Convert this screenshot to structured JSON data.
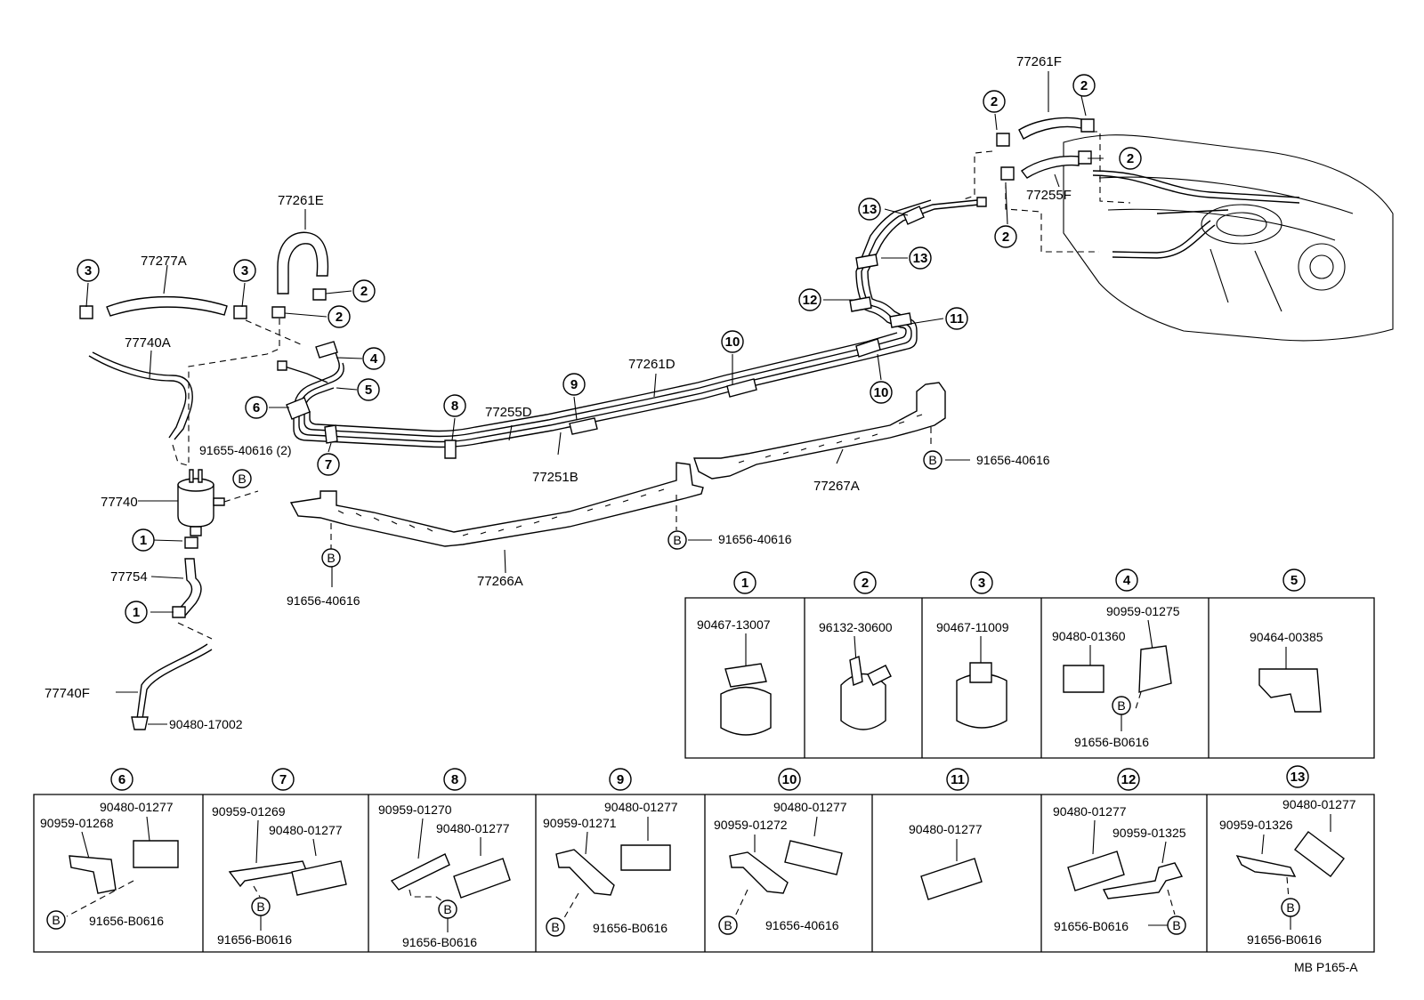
{
  "part_labels": {
    "p77261F": "77261F",
    "p77261E": "77261E",
    "p77277A": "77277A",
    "p77740A": "77740A",
    "p77255F": "77255F",
    "p77261D": "77261D",
    "p77255D": "77255D",
    "p77251B": "77251B",
    "p91655": "91655-40616 (2)",
    "p77740": "77740",
    "p77754": "77754",
    "p77740F": "77740F",
    "p90480_17002": "90480-17002",
    "p77267A": "77267A",
    "p77266A": "77266A",
    "p91656_a": "91656-40616",
    "p91656_b": "91656-40616",
    "p91656_c": "91656-40616"
  },
  "callouts": {
    "c1": "1",
    "c2": "2",
    "c3": "3",
    "c4": "4",
    "c5": "5",
    "c6": "6",
    "c7": "7",
    "c8": "8",
    "c9": "9",
    "c10": "10",
    "c11": "11",
    "c12": "12",
    "c13": "13",
    "b": "B"
  },
  "detail_boxes": {
    "d1": {
      "no": "1",
      "a": "90467-13007"
    },
    "d2": {
      "no": "2",
      "a": "96132-30600"
    },
    "d3": {
      "no": "3",
      "a": "90467-11009"
    },
    "d4": {
      "no": "4",
      "a": "90959-01275",
      "b": "90480-01360",
      "c": "91656-B0616"
    },
    "d5": {
      "no": "5",
      "a": "90464-00385"
    },
    "d6": {
      "no": "6",
      "a": "90480-01277",
      "b": "90959-01268",
      "c": "91656-B0616"
    },
    "d7": {
      "no": "7",
      "a": "90959-01269",
      "b": "90480-01277",
      "c": "91656-B0616"
    },
    "d8": {
      "no": "8",
      "a": "90959-01270",
      "b": "90480-01277",
      "c": "91656-B0616"
    },
    "d9": {
      "no": "9",
      "a": "90480-01277",
      "b": "90959-01271",
      "c": "91656-B0616"
    },
    "d10": {
      "no": "10",
      "a": "90480-01277",
      "b": "90959-01272",
      "c": "91656-40616"
    },
    "d11": {
      "no": "11",
      "a": "90480-01277"
    },
    "d12": {
      "no": "12",
      "a": "90480-01277",
      "b": "90959-01325",
      "c": "91656-B0616"
    },
    "d13": {
      "no": "13",
      "a": "90480-01277",
      "b": "90959-01326",
      "c": "91656-B0616"
    }
  },
  "footer": "MB  P165-A"
}
